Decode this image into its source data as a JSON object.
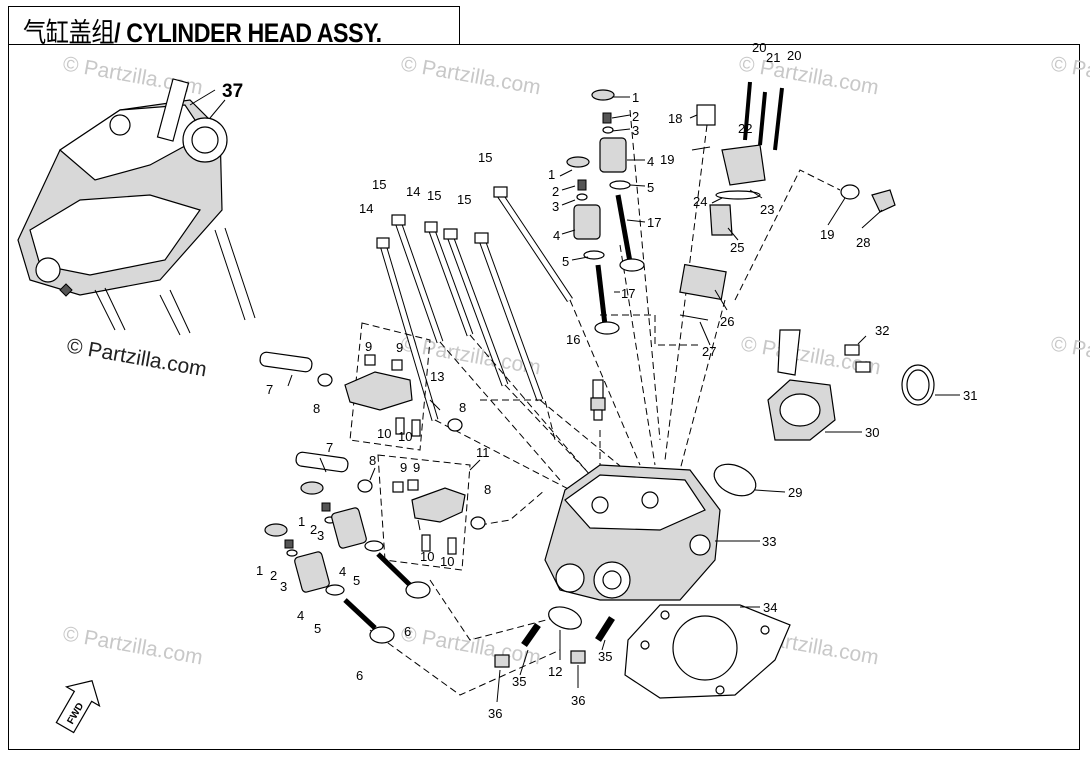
{
  "diagram": {
    "title_zh": "气缸盖组",
    "title_en": "/ CYLINDER HEAD ASSY.",
    "fwd_label": "FWD",
    "watermark_text": "© Partzilla.com",
    "callouts": [
      "1",
      "2",
      "3",
      "4",
      "5",
      "6",
      "7",
      "8",
      "9",
      "10",
      "11",
      "12",
      "13",
      "14",
      "15",
      "16",
      "17",
      "18",
      "19",
      "20",
      "21",
      "22",
      "23",
      "24",
      "25",
      "26",
      "27",
      "28",
      "29",
      "30",
      "31",
      "32",
      "33",
      "34",
      "35",
      "36",
      "37"
    ]
  }
}
